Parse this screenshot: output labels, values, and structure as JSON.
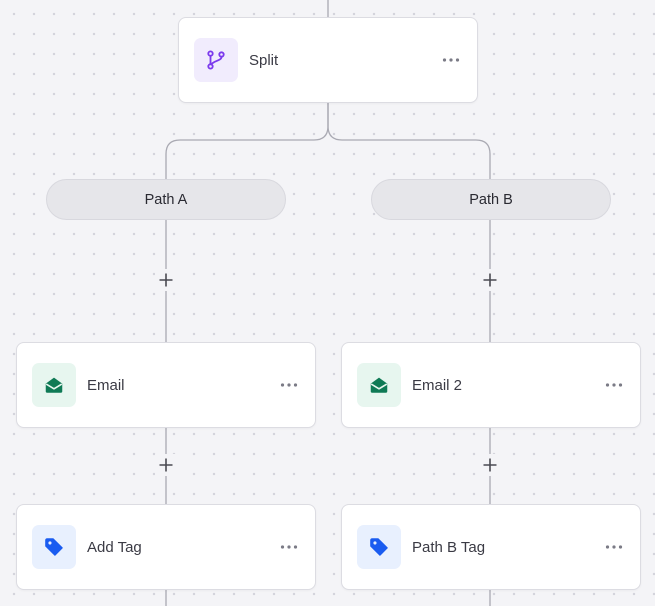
{
  "split_node": {
    "label": "Split",
    "icon": "git-branch-icon",
    "menu": "more-icon"
  },
  "paths": [
    {
      "label": "Path A",
      "nodes": [
        {
          "label": "Email",
          "icon": "envelope-icon"
        },
        {
          "label": "Add Tag",
          "icon": "tag-icon"
        }
      ]
    },
    {
      "label": "Path B",
      "nodes": [
        {
          "label": "Email 2",
          "icon": "envelope-icon"
        },
        {
          "label": "Path B Tag",
          "icon": "tag-icon"
        }
      ]
    }
  ],
  "colors": {
    "canvas": "#f4f4f7",
    "connector": "#a9a9b2",
    "split_icon": "#7c3aed",
    "email_icon": "#0f7a55",
    "tag_icon": "#1a5cf0"
  }
}
